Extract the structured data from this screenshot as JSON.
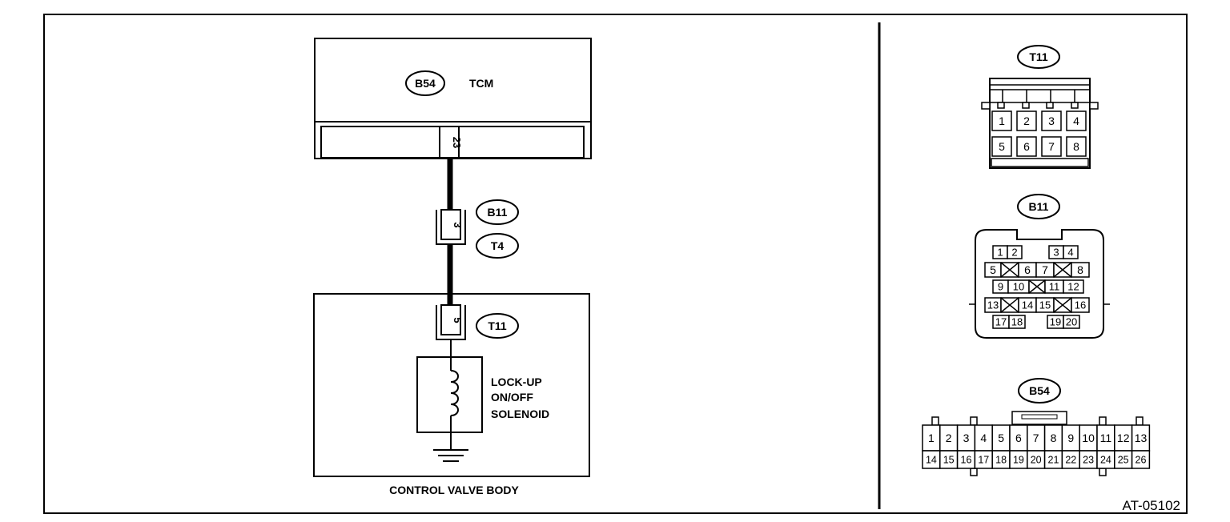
{
  "left_diagram": {
    "tcm": {
      "connector": "B54",
      "name": "TCM",
      "terminal": "23"
    },
    "intermediate": {
      "connector_top": "B11",
      "connector_bottom": "T4",
      "terminal": "3"
    },
    "control_valve_body": {
      "name": "CONTROL VALVE BODY",
      "connector": "T11",
      "terminal": "5",
      "solenoid_lines": [
        "LOCK-UP",
        "ON/OFF",
        "SOLENOID"
      ]
    }
  },
  "connector_views": {
    "t11": {
      "label": "T11",
      "rows": [
        [
          "1",
          "2",
          "3",
          "4"
        ],
        [
          "5",
          "6",
          "7",
          "8"
        ]
      ]
    },
    "b11": {
      "label": "B11",
      "row1": [
        "1",
        "2",
        "3",
        "4"
      ],
      "row2": [
        "5",
        "6",
        "7",
        "8"
      ],
      "row3": [
        "9",
        "10",
        "11",
        "12"
      ],
      "row4": [
        "13",
        "14",
        "15",
        "16"
      ],
      "row5": [
        "17",
        "18",
        "19",
        "20"
      ]
    },
    "b54": {
      "label": "B54",
      "row1": [
        "1",
        "2",
        "3",
        "4",
        "5",
        "6",
        "7",
        "8",
        "9",
        "10",
        "11",
        "12",
        "13"
      ],
      "row2": [
        "14",
        "15",
        "16",
        "17",
        "18",
        "19",
        "20",
        "21",
        "22",
        "23",
        "24",
        "25",
        "26"
      ]
    }
  },
  "figure_id": "AT-05102"
}
